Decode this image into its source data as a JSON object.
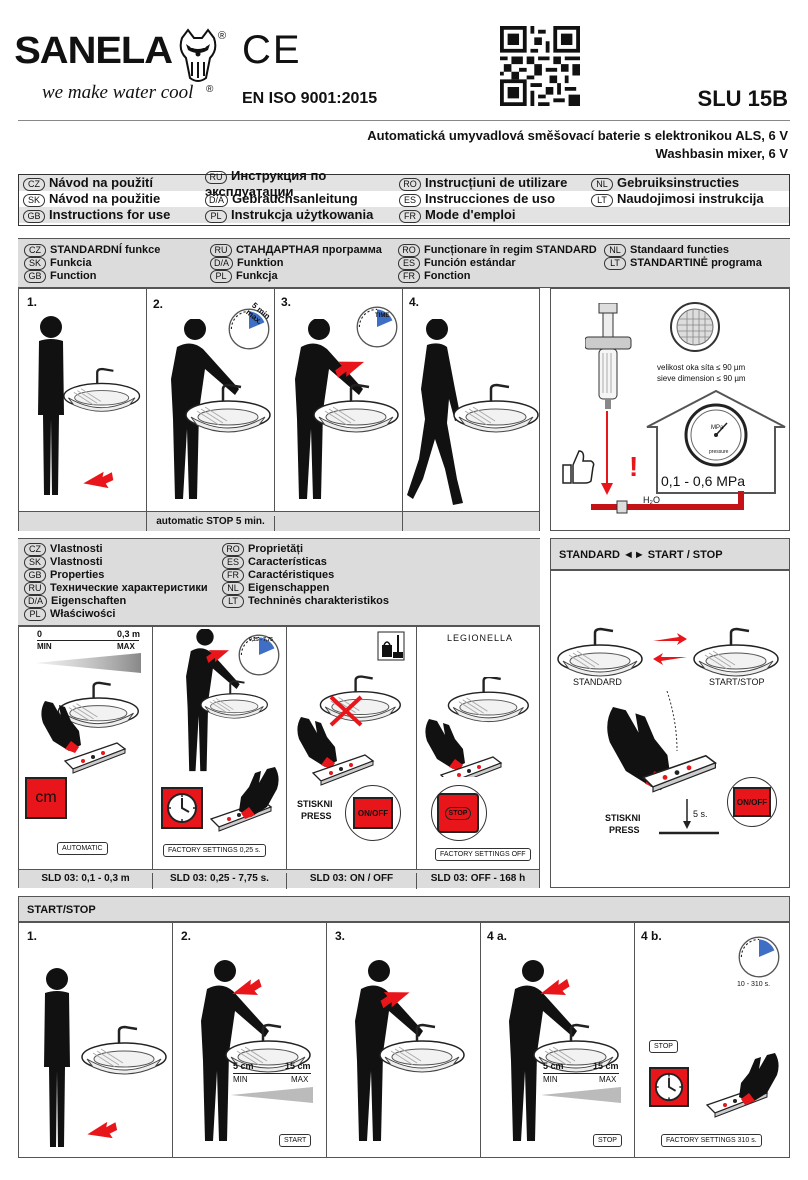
{
  "header": {
    "brand": "SANELA",
    "slogan": "we make water cool",
    "reg": "®",
    "ce": "CE",
    "iso": "EN ISO 9001:2015",
    "model": "SLU 15B",
    "subtitle_cz": "Automatická umyvadlová směšovací baterie s elektronikou ALS, 6 V",
    "subtitle_en": "Washbasin mixer, 6 V"
  },
  "languages": [
    {
      "code": "CZ",
      "text": "Návod na použití"
    },
    {
      "code": "RU",
      "text": "Инструкция по эксплуатации"
    },
    {
      "code": "RO",
      "text": "Instrucțiuni de utilizare"
    },
    {
      "code": "NL",
      "text": "Gebruiksinstructies"
    },
    {
      "code": "SK",
      "text": "Návod na použitie"
    },
    {
      "code": "D/A",
      "text": "Gebrauchsanleitung"
    },
    {
      "code": "ES",
      "text": "Instrucciones de uso"
    },
    {
      "code": "LT",
      "text": "Naudojimosi instrukcija"
    },
    {
      "code": "GB",
      "text": "Instructions for use"
    },
    {
      "code": "PL",
      "text": "Instrukcja użytkowania"
    },
    {
      "code": "FR",
      "text": "Mode d'emploi"
    }
  ],
  "standard_section": {
    "items": [
      {
        "code": "CZ",
        "text": "STANDARDNÍ funkce"
      },
      {
        "code": "RU",
        "text": "СТАНДАРТНАЯ программа"
      },
      {
        "code": "RO",
        "text": "Funcționare în regim STANDARD"
      },
      {
        "code": "NL",
        "text": "Standaard functies"
      },
      {
        "code": "SK",
        "text": "Funkcia"
      },
      {
        "code": "D/A",
        "text": "Funktion"
      },
      {
        "code": "ES",
        "text": "Función estándar"
      },
      {
        "code": "LT",
        "text": "STANDARTINĖ programa"
      },
      {
        "code": "GB",
        "text": "Function"
      },
      {
        "code": "PL",
        "text": "Funkcja"
      },
      {
        "code": "FR",
        "text": "Fonction"
      }
    ],
    "steps": [
      "1.",
      "2.",
      "3.",
      "4."
    ],
    "caption": "automatic STOP 5 min.",
    "timer_label": "5 min max.",
    "time_label": "TIME",
    "sieve_cz": "velikost oka síta ≤ 90 µm",
    "sieve_en": "sieve dimension ≤ 90 µm",
    "pressure": "0,1 - 0,6 MPa",
    "gauge_unit": "MPa",
    "gauge_text": "pressure",
    "water": "H₂O",
    "exclaim": "!"
  },
  "properties_section": {
    "items": [
      {
        "code": "CZ",
        "text": "Vlastnosti"
      },
      {
        "code": "RO",
        "text": "Proprietăți"
      },
      {
        "code": "SK",
        "text": "Vlastnosti"
      },
      {
        "code": "ES",
        "text": "Características"
      },
      {
        "code": "GB",
        "text": "Properties"
      },
      {
        "code": "FR",
        "text": "Caractéristiques"
      },
      {
        "code": "RU",
        "text": "Технические характеристики"
      },
      {
        "code": "NL",
        "text": "Eigenschappen"
      },
      {
        "code": "D/A",
        "text": "Eigenschaften"
      },
      {
        "code": "LT",
        "text": "Techninės charakteristikos"
      },
      {
        "code": "PL",
        "text": "Właściwości"
      }
    ],
    "range_min": "0",
    "range_max": "0,3 m",
    "min_label": "MIN",
    "max_label": "MAX",
    "cm": "cm",
    "timer_range": "0,25 - 7,75",
    "stiskni": "STISKNI",
    "press": "PRESS",
    "onoff": "ON/OFF",
    "legionella": "LEGIONELLA",
    "legionella_stop": "STOP",
    "btn_automatic": "AUTOMATIC",
    "btn_factory1": "FACTORY SETTINGS 0,25 s.",
    "btn_factory2": "FACTORY SETTINGS OFF",
    "captions": [
      "SLD 03: 0,1 - 0,3 m",
      "SLD 03: 0,25 - 7,75 s.",
      "SLD 03: ON / OFF",
      "SLD 03: OFF - 168 h"
    ]
  },
  "standard_startstop": {
    "title": "STANDARD ◄► START / STOP",
    "standard": "STANDARD",
    "startstop": "START/STOP",
    "stiskni": "STISKNI",
    "press": "PRESS",
    "seconds": "5 s.",
    "onoff": "ON/OFF"
  },
  "startstop_section": {
    "title": "START/STOP",
    "steps": [
      "1.",
      "2.",
      "3.",
      "4 a.",
      "4 b."
    ],
    "cm5": "5 cm",
    "cm15": "15 cm",
    "min_label": "MIN",
    "max_label": "MAX",
    "btn_start": "START",
    "btn_stop": "STOP",
    "btn_stop2": "STOP",
    "timer_range": "10 - 310 s.",
    "factory": "FACTORY SETTINGS 310 s."
  },
  "colors": {
    "accent": "#e8161b",
    "gray": "#dcdcdc"
  }
}
